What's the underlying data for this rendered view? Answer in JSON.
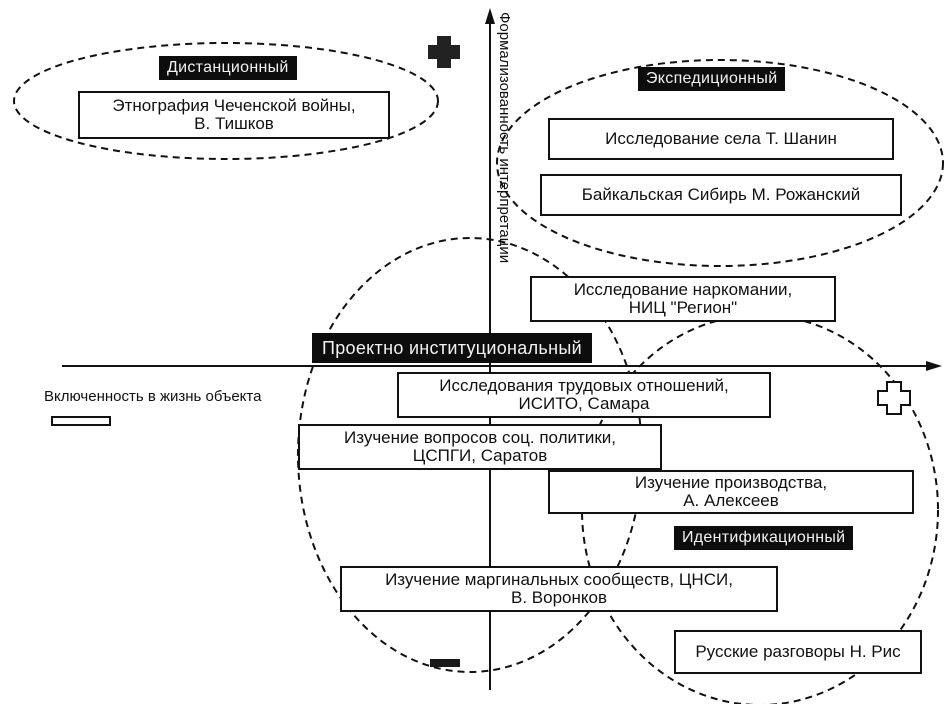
{
  "axes": {
    "vertical_title": "Формализованность интерпретации",
    "horizontal_title": "Включенность в жизнь объекта"
  },
  "zone_labels": {
    "distant": "Дистанционный",
    "expeditionary": "Экспедиционный",
    "projective": "Проектно институциональный",
    "identification": "Идентификационный"
  },
  "studies": [
    {
      "lines": [
        "Этнография Чеченской войны,",
        "В. Тишков"
      ]
    },
    {
      "lines": [
        "Исследование села Т. Шанин"
      ]
    },
    {
      "lines": [
        "Байкальская Сибирь М. Рожанский"
      ]
    },
    {
      "lines": [
        "Исследование наркомании,",
        "НИЦ \"Регион\""
      ]
    },
    {
      "lines": [
        "Исследования трудовых отношений,",
        "ИСИТО, Самара"
      ]
    },
    {
      "lines": [
        "Изучение вопросов соц. политики,",
        "ЦСПГИ, Саратов"
      ]
    },
    {
      "lines": [
        "Изучение производства,",
        "А. Алексеев"
      ]
    },
    {
      "lines": [
        "Изучение маргинальных сообществ, ЦНСИ,",
        "В. Воронков"
      ]
    },
    {
      "lines": [
        "Русские разговоры Н. Рис"
      ]
    }
  ],
  "markers": {
    "top": "plus-icon",
    "right": "plus-outline-icon",
    "left": "minus-outline-icon",
    "bottom": "minus-icon"
  },
  "colors": {
    "ink": "#111111",
    "label_background": "#0d0d0d",
    "label_text": "#f2f2f2"
  }
}
